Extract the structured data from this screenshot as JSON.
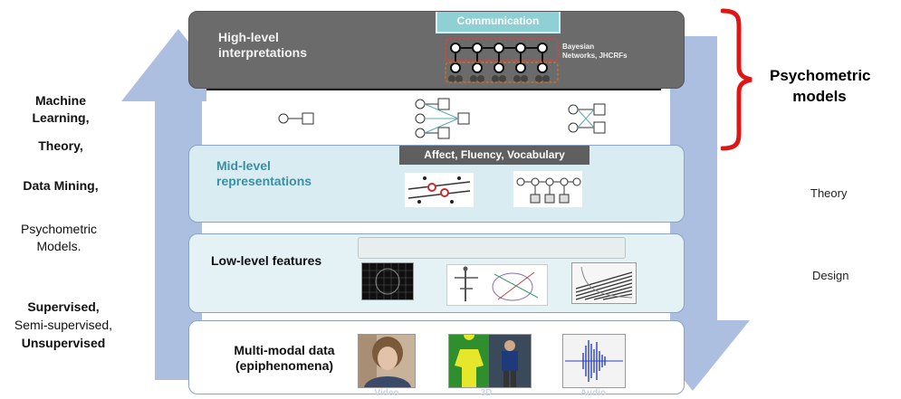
{
  "left_panel": {
    "machine_learning": "Machine Learning,",
    "theory": "Theory,",
    "data_mining": "Data Mining,",
    "psychometric_models": "Psychometric Models.",
    "supervised": "Supervised,",
    "semi_supervised": "Semi-supervised,",
    "unsupervised": "Unsupervised"
  },
  "right_panel": {
    "psychometric_models_title": "Psychometric models",
    "theory": "Theory",
    "design": "Design"
  },
  "layers": {
    "high": {
      "title": "High-level interpretations",
      "banner": "Communication",
      "model_note": "Bayesian Networks, JHCRFs"
    },
    "mid": {
      "title": "Mid-level representations",
      "banner": "Affect, Fluency, Vocabulary"
    },
    "low": {
      "title": "Low-level features"
    },
    "data": {
      "title": "Multi-modal data (epiphenomena)",
      "labels": [
        "Video",
        "3D",
        "Audio"
      ]
    }
  },
  "colors": {
    "arrow_fill": "#9fb4da",
    "high_layer": "#6b6b6b",
    "banner_fill": "#8fd0d5",
    "mid_layer": "#d9ecf1",
    "mid_title": "#3b8fa3",
    "bracket": "#e01515"
  }
}
